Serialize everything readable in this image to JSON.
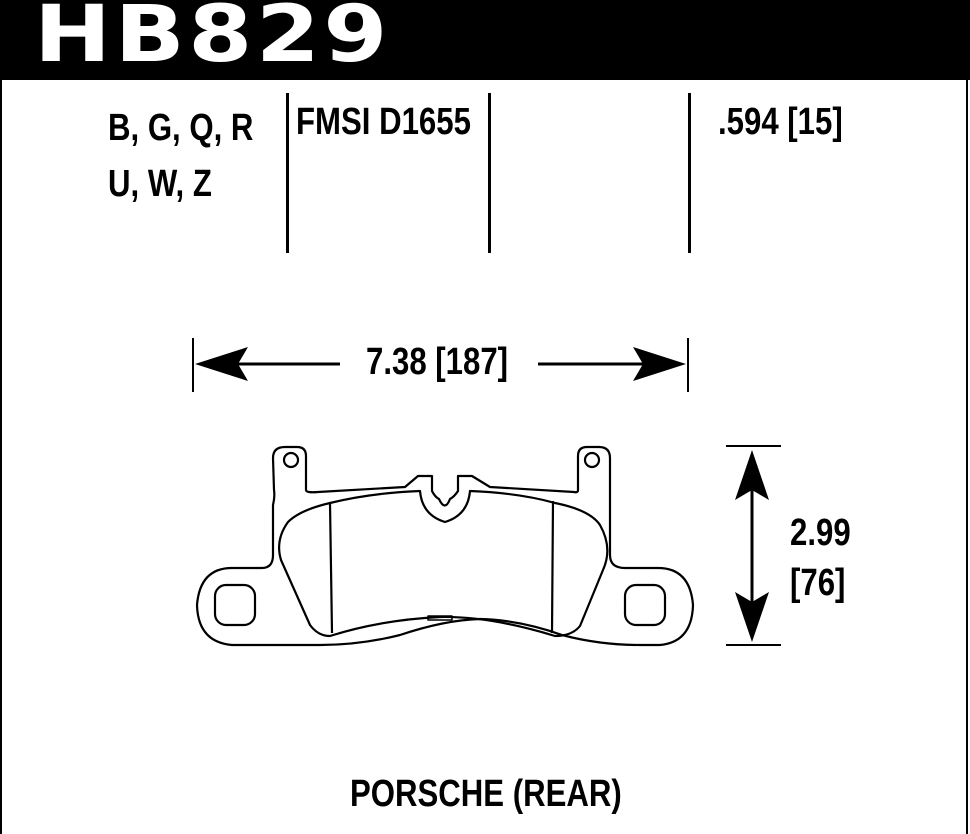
{
  "header": {
    "part_number": "HB829",
    "background_color": "#000000",
    "text_color": "#ffffff"
  },
  "specs": {
    "compounds_line1": "B, G, Q, R",
    "compounds_line2": "U, W, Z",
    "fmsi": "FMSI D1655",
    "thickness": ".594 [15]"
  },
  "dimensions": {
    "width": "7.38  [187]",
    "height_in": "2.99",
    "height_mm": "[76]"
  },
  "footer": {
    "vehicle": "PORSCHE (REAR)"
  },
  "diagram": {
    "subject": "brake-pad-outline",
    "stroke_color": "#000000"
  }
}
